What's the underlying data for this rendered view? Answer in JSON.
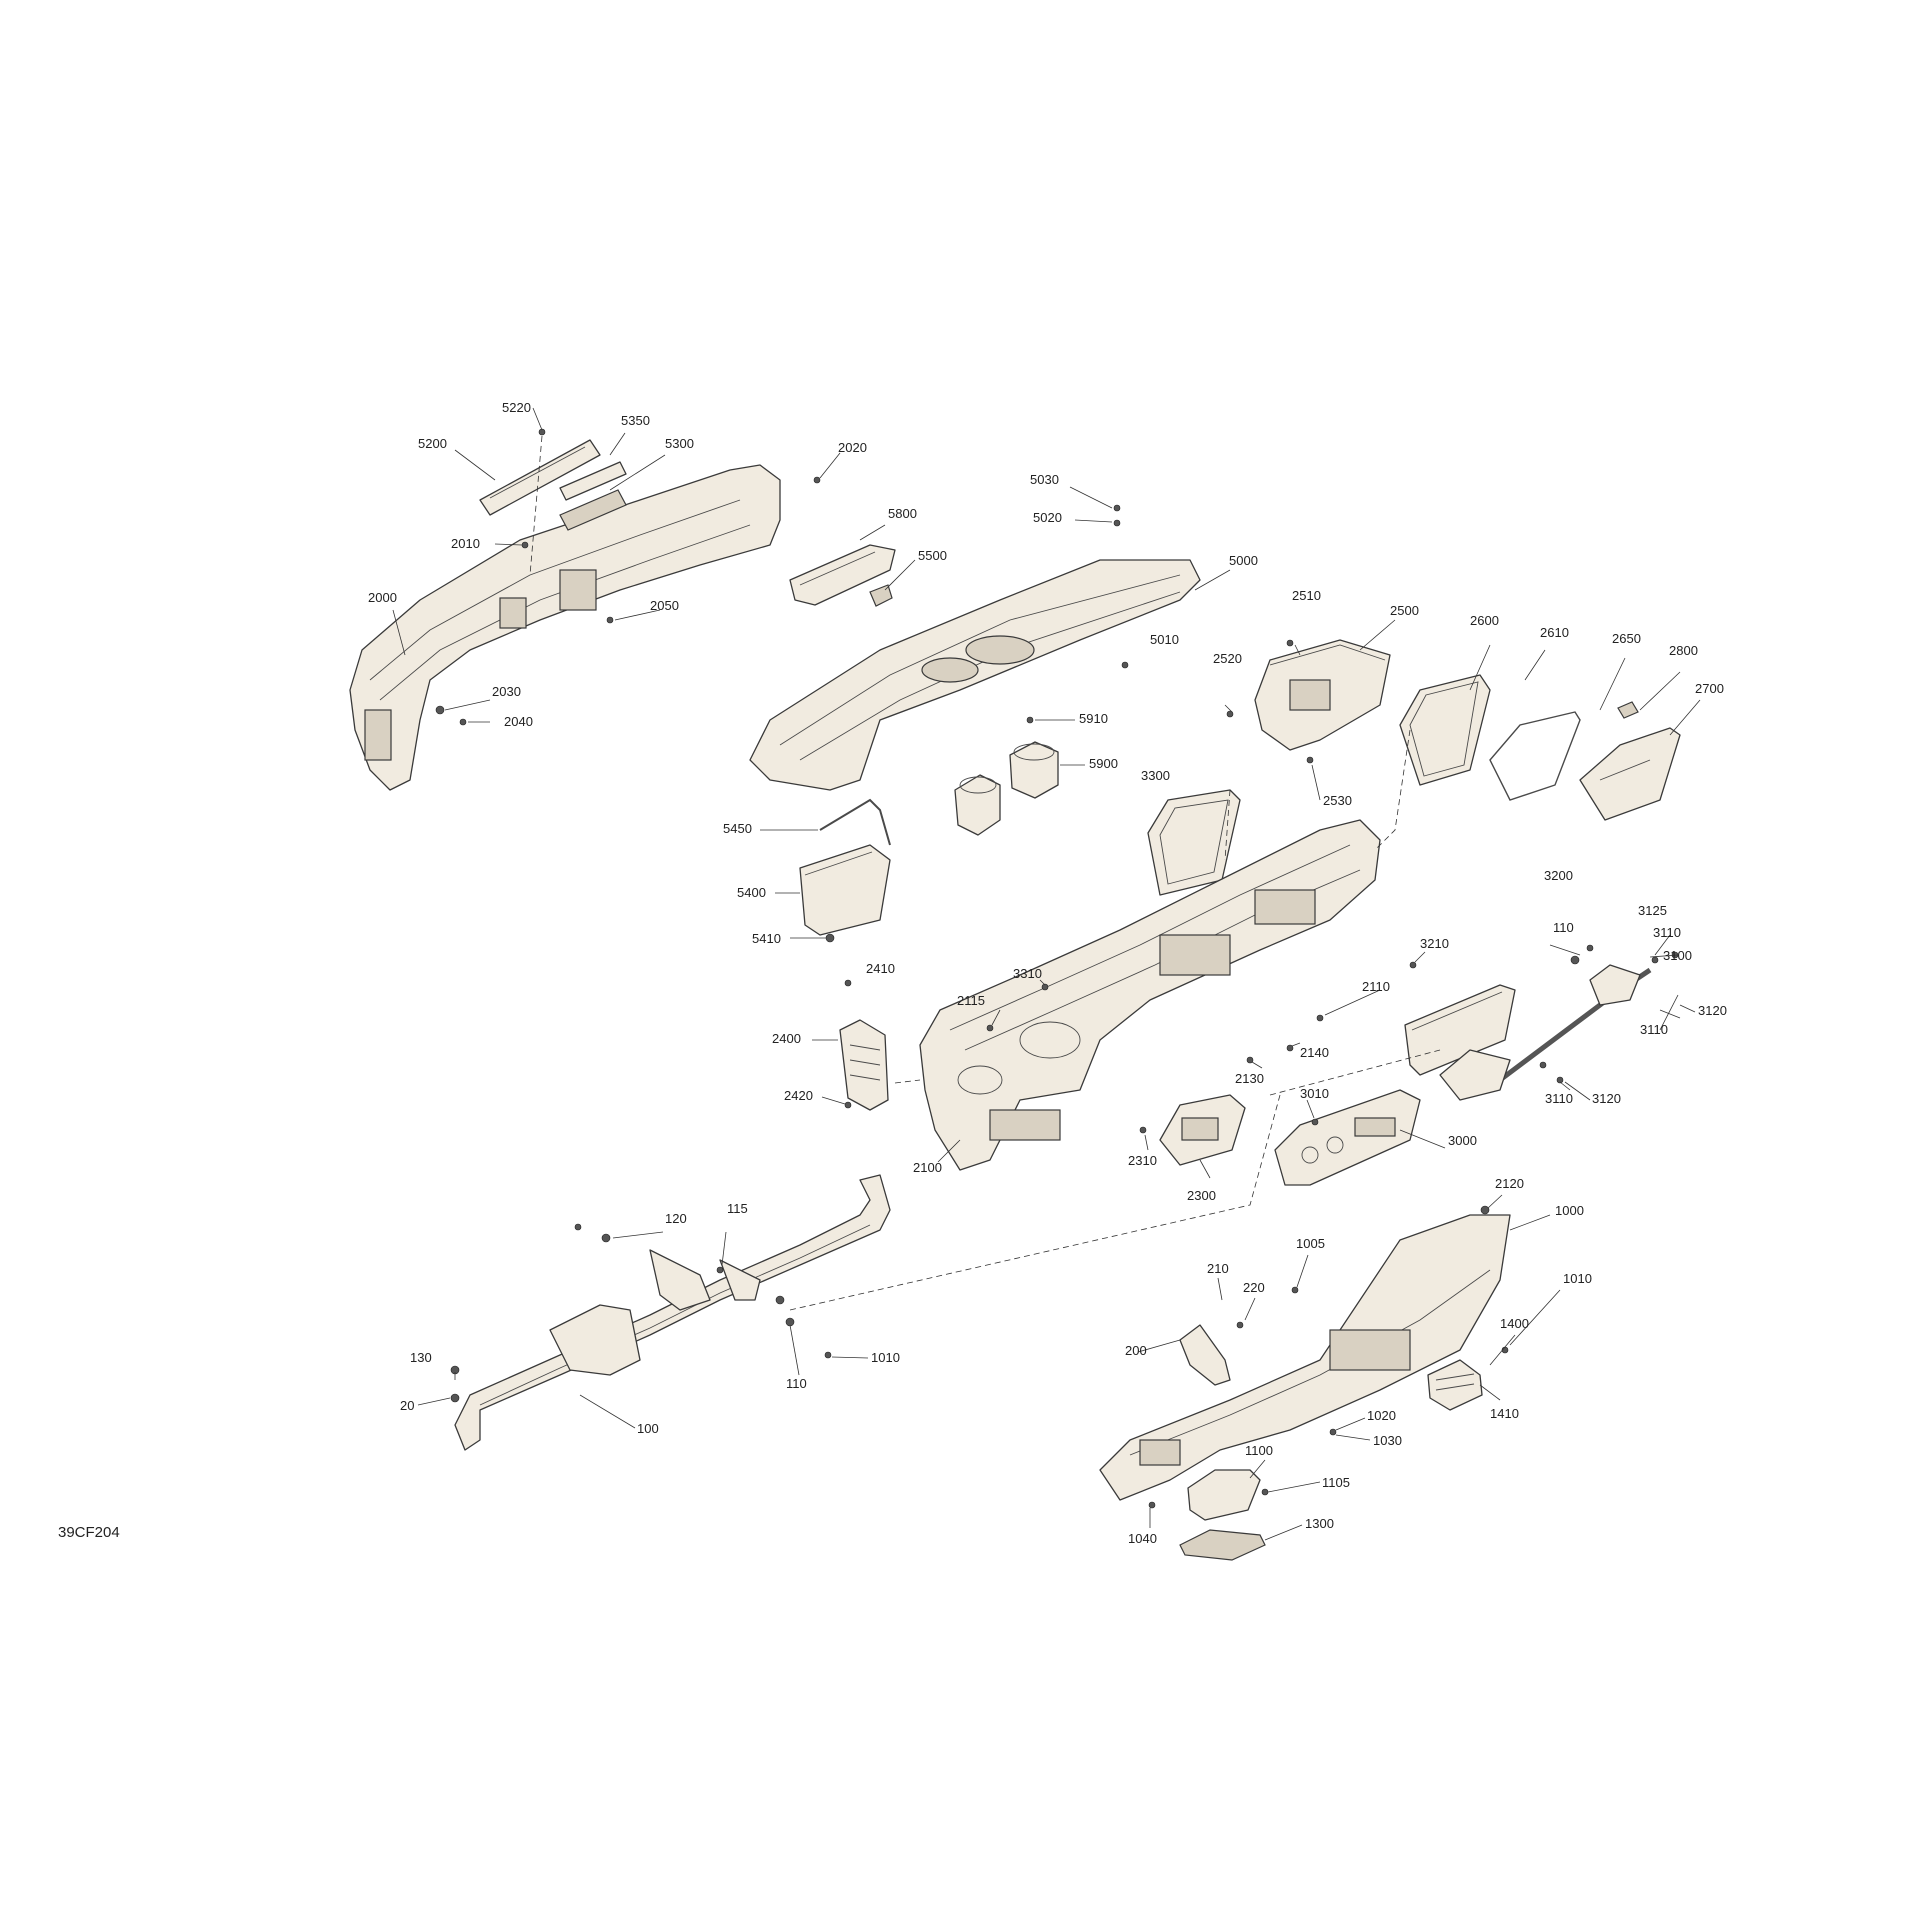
{
  "diagram_code": "39CF204",
  "callouts": [
    {
      "id": "5220",
      "label": "5220"
    },
    {
      "id": "5350",
      "label": "5350"
    },
    {
      "id": "5200",
      "label": "5200"
    },
    {
      "id": "5300",
      "label": "5300"
    },
    {
      "id": "2020",
      "label": "2020"
    },
    {
      "id": "2010",
      "label": "2010"
    },
    {
      "id": "2000",
      "label": "2000"
    },
    {
      "id": "2050",
      "label": "2050"
    },
    {
      "id": "2030",
      "label": "2030"
    },
    {
      "id": "2040",
      "label": "2040"
    },
    {
      "id": "5030",
      "label": "5030"
    },
    {
      "id": "5020",
      "label": "5020"
    },
    {
      "id": "5800",
      "label": "5800"
    },
    {
      "id": "5500",
      "label": "5500"
    },
    {
      "id": "5000",
      "label": "5000"
    },
    {
      "id": "5010",
      "label": "5010"
    },
    {
      "id": "2510",
      "label": "2510"
    },
    {
      "id": "2500",
      "label": "2500"
    },
    {
      "id": "2600",
      "label": "2600"
    },
    {
      "id": "2610",
      "label": "2610"
    },
    {
      "id": "2650",
      "label": "2650"
    },
    {
      "id": "2800",
      "label": "2800"
    },
    {
      "id": "2520",
      "label": "2520"
    },
    {
      "id": "2700",
      "label": "2700"
    },
    {
      "id": "5910",
      "label": "5910"
    },
    {
      "id": "5900",
      "label": "5900"
    },
    {
      "id": "3300",
      "label": "3300"
    },
    {
      "id": "2530",
      "label": "2530"
    },
    {
      "id": "5450",
      "label": "5450"
    },
    {
      "id": "5400",
      "label": "5400"
    },
    {
      "id": "5410",
      "label": "5410"
    },
    {
      "id": "3200",
      "label": "3200"
    },
    {
      "id": "3125",
      "label": "3125"
    },
    {
      "id": "3210",
      "label": "3210"
    },
    {
      "id": "110a",
      "label": "110"
    },
    {
      "id": "3110a",
      "label": "3110"
    },
    {
      "id": "3100",
      "label": "3100"
    },
    {
      "id": "3310",
      "label": "3310"
    },
    {
      "id": "2410",
      "label": "2410"
    },
    {
      "id": "2115",
      "label": "2115"
    },
    {
      "id": "2110",
      "label": "2110"
    },
    {
      "id": "3120a",
      "label": "3120"
    },
    {
      "id": "3110b",
      "label": "3110"
    },
    {
      "id": "2400",
      "label": "2400"
    },
    {
      "id": "2140",
      "label": "2140"
    },
    {
      "id": "2130",
      "label": "2130"
    },
    {
      "id": "2420",
      "label": "2420"
    },
    {
      "id": "3010",
      "label": "3010"
    },
    {
      "id": "3110c",
      "label": "3110"
    },
    {
      "id": "3120b",
      "label": "3120"
    },
    {
      "id": "3000",
      "label": "3000"
    },
    {
      "id": "2310",
      "label": "2310"
    },
    {
      "id": "2100",
      "label": "2100"
    },
    {
      "id": "2300",
      "label": "2300"
    },
    {
      "id": "2120",
      "label": "2120"
    },
    {
      "id": "120",
      "label": "120"
    },
    {
      "id": "115",
      "label": "115"
    },
    {
      "id": "1000",
      "label": "1000"
    },
    {
      "id": "1005",
      "label": "1005"
    },
    {
      "id": "210",
      "label": "210"
    },
    {
      "id": "220",
      "label": "220"
    },
    {
      "id": "1010a",
      "label": "1010"
    },
    {
      "id": "1400",
      "label": "1400"
    },
    {
      "id": "200",
      "label": "200"
    },
    {
      "id": "1010b",
      "label": "1010"
    },
    {
      "id": "110b",
      "label": "110"
    },
    {
      "id": "130",
      "label": "130"
    },
    {
      "id": "20",
      "label": "20"
    },
    {
      "id": "1410",
      "label": "1410"
    },
    {
      "id": "1020",
      "label": "1020"
    },
    {
      "id": "1030",
      "label": "1030"
    },
    {
      "id": "100",
      "label": "100"
    },
    {
      "id": "1100",
      "label": "1100"
    },
    {
      "id": "1105",
      "label": "1105"
    },
    {
      "id": "1300",
      "label": "1300"
    },
    {
      "id": "1040",
      "label": "1040"
    }
  ]
}
